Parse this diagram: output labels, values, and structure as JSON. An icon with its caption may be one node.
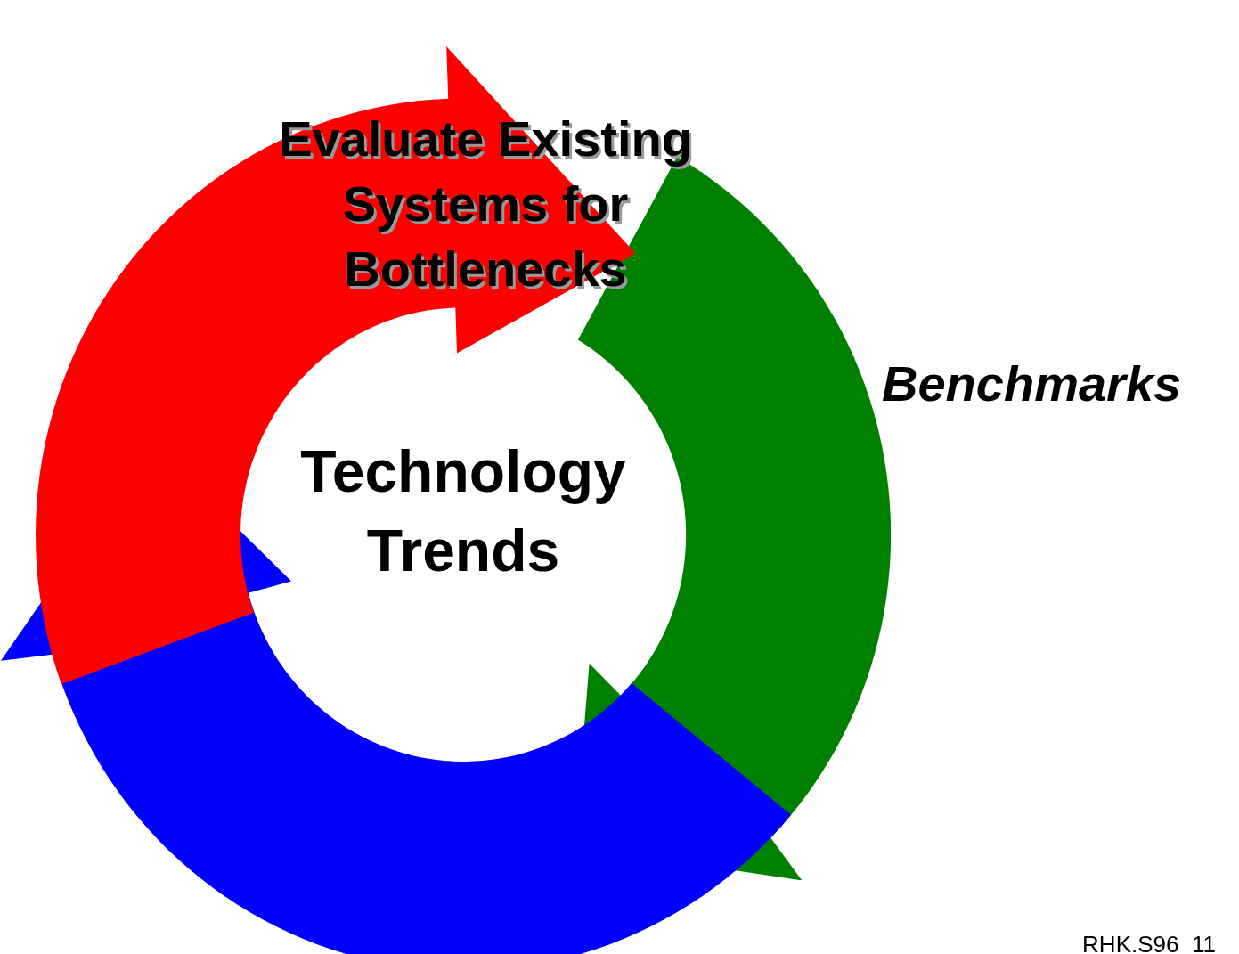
{
  "diagram": {
    "nodes": [
      {
        "text": [
          "Evaluate Existing Systems for Bottlenecks"
        ]
      },
      {
        "text": [],
        "shape": "arrow",
        "beside": [
          "Benchmarks"
        ]
      },
      {
        "text": [],
        "shape": "arrow"
      }
    ],
    "labels": [
      "Technology Trends",
      "RHK.S96  11"
    ]
  }
}
